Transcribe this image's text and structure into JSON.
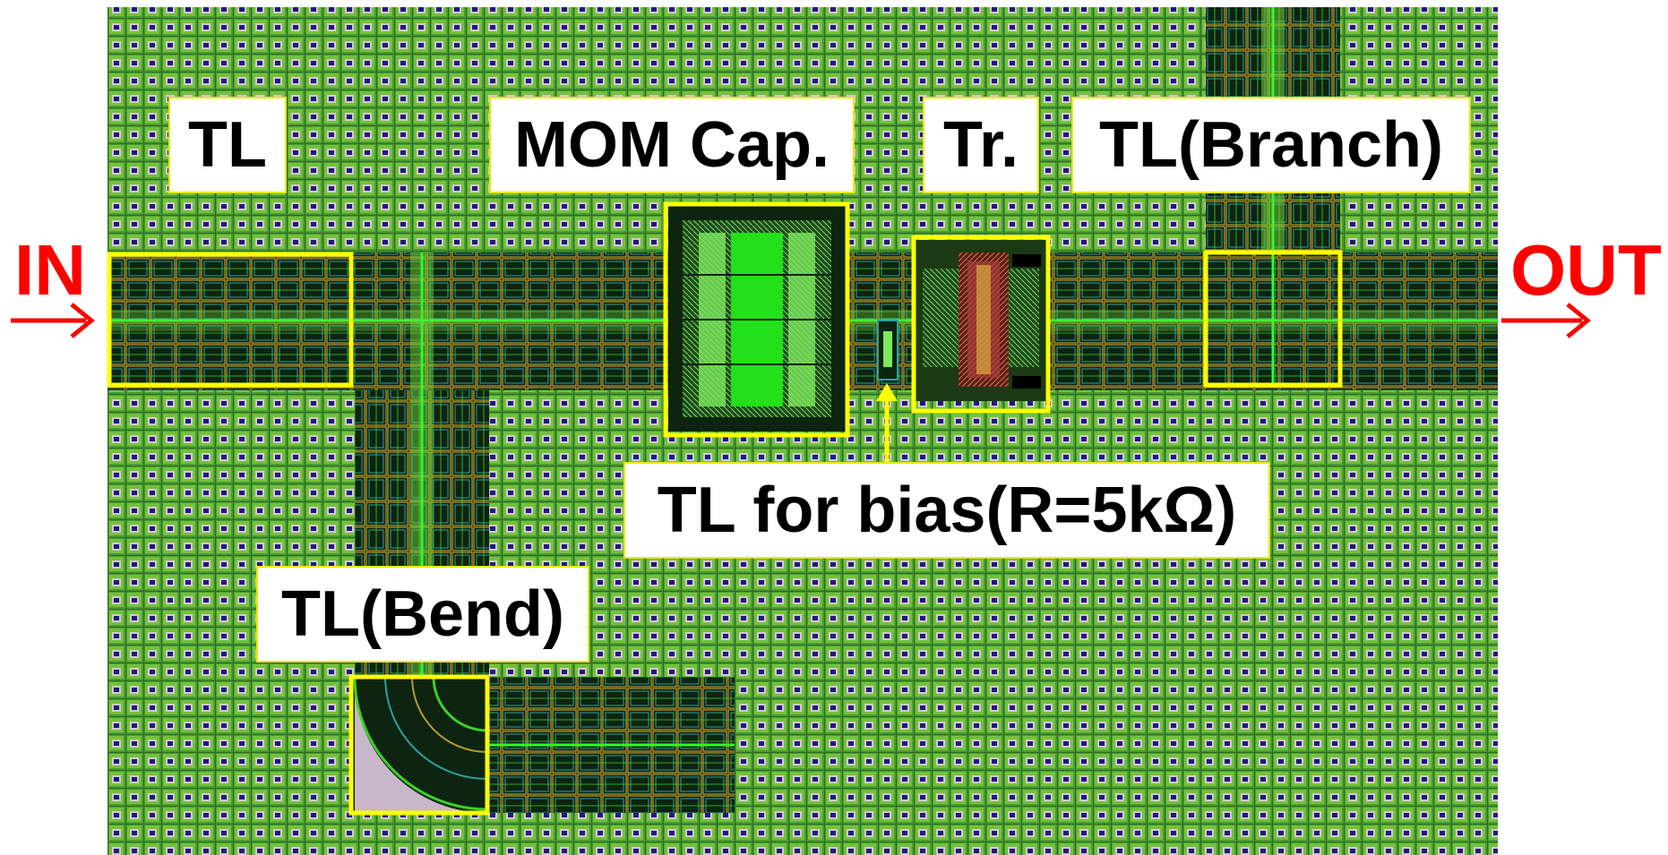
{
  "ports": {
    "input": "IN",
    "output": "OUT"
  },
  "labels": {
    "tl": "TL",
    "mom_cap": "MOM Cap.",
    "transistor": "Tr.",
    "tl_branch": "TL(Branch)",
    "tl_bias": "TL for bias(R=5kΩ)",
    "tl_bend": "TL(Bend)"
  },
  "colors": {
    "highlight": "#ffff00",
    "port_arrow": "#ff0000",
    "metal_fill": "#2d8a1f",
    "line_dark": "#0b2a12",
    "green_bright": "#33dd22"
  }
}
